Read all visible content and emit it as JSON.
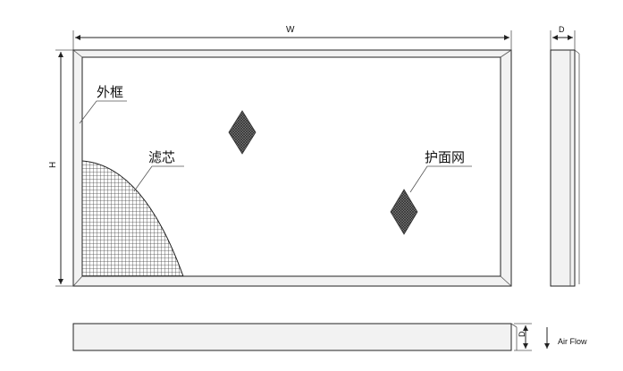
{
  "labels": {
    "width": "W",
    "height": "H",
    "depth_top": "D",
    "depth_bottom": "D",
    "outer_frame": "外框",
    "filter_core": "滤芯",
    "protective_mesh": "护面网",
    "air_flow": "Air Flow"
  },
  "colors": {
    "line": "#222222",
    "mesh_fill": "#555555"
  }
}
